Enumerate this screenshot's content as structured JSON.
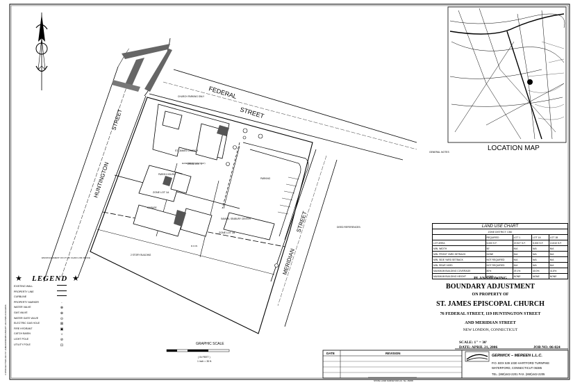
{
  "legend": {
    "title": "LEGEND",
    "items": [
      "EXISTING WALL",
      "PROPERTY LINE",
      "CURBLINE",
      "PROPERTY MARKER",
      "WATER VALVE",
      "GAS VALVE",
      "WATER GATE VALVE",
      "ELECTRIC GAS HOLE",
      "FIRE HYDRANT",
      "CATCH BASIN",
      "LIGHT POLE",
      "UTILITY POLE"
    ]
  },
  "streets": {
    "federal": "FEDERAL",
    "federal_street": "STREET",
    "huntington": "HUNTINGTON",
    "huntington_street": "STREET",
    "meridian": "MERIDIAN",
    "meridian_street": "STREET"
  },
  "location_map": {
    "title": "LOCATION MAP"
  },
  "land_use_chart": {
    "title": "LAND USE CHART",
    "subtitle": "ZONE DISTRICT: CBD",
    "headers": [
      "",
      "REQUIRED",
      "LOT 1",
      "LOT 1A",
      "LOT 1B"
    ],
    "rows": [
      [
        "LOT AREA",
        "5,000 S.F.",
        "19,927 S.F.",
        "5,000 S.F.",
        "13,510 S.F."
      ],
      [
        "MIN. WIDTH",
        "50'",
        "N/A",
        "N/A",
        "N/A"
      ],
      [
        "MIN. FRONT YARD SETBACK",
        "NONE",
        "N/A",
        "N/A",
        "N/A"
      ],
      [
        "MIN. SIDE YARD SETBACK",
        "NOT REQUIRED",
        "N/A",
        "N/A",
        "N/A"
      ],
      [
        "MIN. REAR YARD",
        "NOT REQUIRED",
        "N/A",
        "N/A",
        "N/A"
      ],
      [
        "MAXIMUM BUILDING COVERAGE",
        "80%",
        "29.1%",
        "40.0%",
        "31.8%"
      ],
      [
        "MAXIMUM BUILDING HEIGHT",
        "NONE",
        "NONE",
        "NONE",
        "NONE"
      ]
    ]
  },
  "title_block": {
    "plan_showing": "PLAN SHOWING",
    "main_title": "BOUNDARY ADJUSTMENT",
    "on_property_of": "ON PROPERTY OF",
    "owner": "ST. JAMES EPISCOPAL CHURCH",
    "address_1": "76 FEDERAL STREET, 119 HUNTINGTON STREET",
    "address_2": "AND MERIDIAN STREET",
    "city": "NEW LONDON, CONNECTICUT",
    "scale": "SCALE: 1\" = 30'",
    "date": "DATE: APRIL 21, 2006",
    "job_no": "JOB NO. 06-024"
  },
  "revisions": {
    "col_date": "DATE",
    "col_revision": "REVISION"
  },
  "firm": {
    "name": "GERWICK – MEREEN L.L.C.",
    "line1": "P.O. BOX 539   1030 HARTFORD TURNPIKE",
    "line2": "WATERFORD, CONNECTICUT 06385",
    "phone": "TEL. (860)442-2201   FAX. (860)442-2205"
  },
  "graphic_scale": {
    "title": "GRAPHIC SCALE",
    "unit": "( IN FEET )",
    "ratio": "1 inch = 30 ft."
  },
  "notes_heading": "GENERAL NOTES",
  "deed_heading": "DEED REFERENCES:",
  "labels": {
    "lot1": "ZONE LOT 1",
    "church": "ST. JAMES CHURCH",
    "lot1a": "ZONE LOT 1A",
    "lot1b": "ZONE LOT 1B",
    "church_parking": "CHURCH PARKING ONLY",
    "parish_house": "PARISH HOUSE",
    "garage": "GARAGE",
    "parking": "PARKING",
    "two_story": "2 STORY BUILDING",
    "samuel_seabury": "SAMUEL SEABURY CENTER",
    "easement": "EASEMENT (VEH. WAY)",
    "encroachment": "ENCROACHMENT OF 0.5' OF CHAIN LINK FENCE",
    "row": "R.O.W.",
    "signature": "STATE LAND SURVEYOR LIC. No. 15258"
  }
}
